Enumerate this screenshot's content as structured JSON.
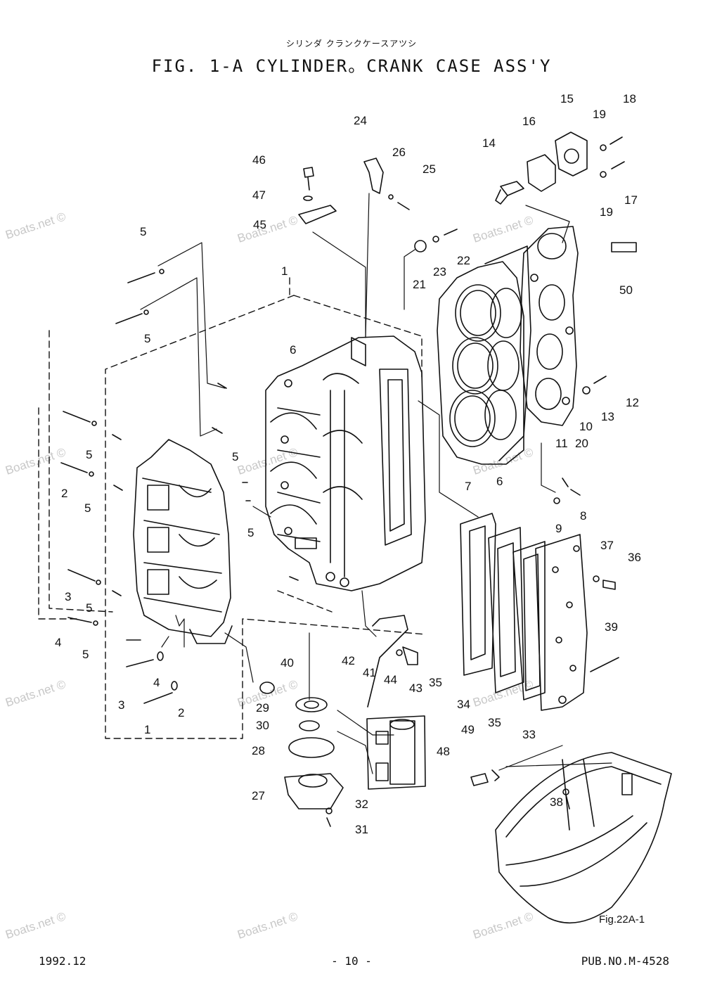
{
  "header": {
    "subtitle_jp": "シリンダ クランクケースアツシ",
    "title": "FIG. 1-A CYLINDER。CRANK CASE ASS'Y"
  },
  "callouts": [
    "1",
    "2",
    "3",
    "4",
    "5",
    "6",
    "7",
    "8",
    "9",
    "10",
    "11",
    "12",
    "13",
    "14",
    "15",
    "16",
    "17",
    "18",
    "19",
    "20",
    "21",
    "22",
    "23",
    "24",
    "25",
    "26",
    "27",
    "28",
    "29",
    "30",
    "31",
    "32",
    "33",
    "34",
    "35",
    "36",
    "37",
    "38",
    "39",
    "40",
    "41",
    "42",
    "43",
    "44",
    "45",
    "46",
    "47",
    "48",
    "49",
    "50"
  ],
  "reference_note": "Fig.22A-1",
  "watermark": "Boats.net ©",
  "footer": {
    "date": "1992.12",
    "page": "- 10 -",
    "pub_no": "PUB.NO.M-4528"
  }
}
